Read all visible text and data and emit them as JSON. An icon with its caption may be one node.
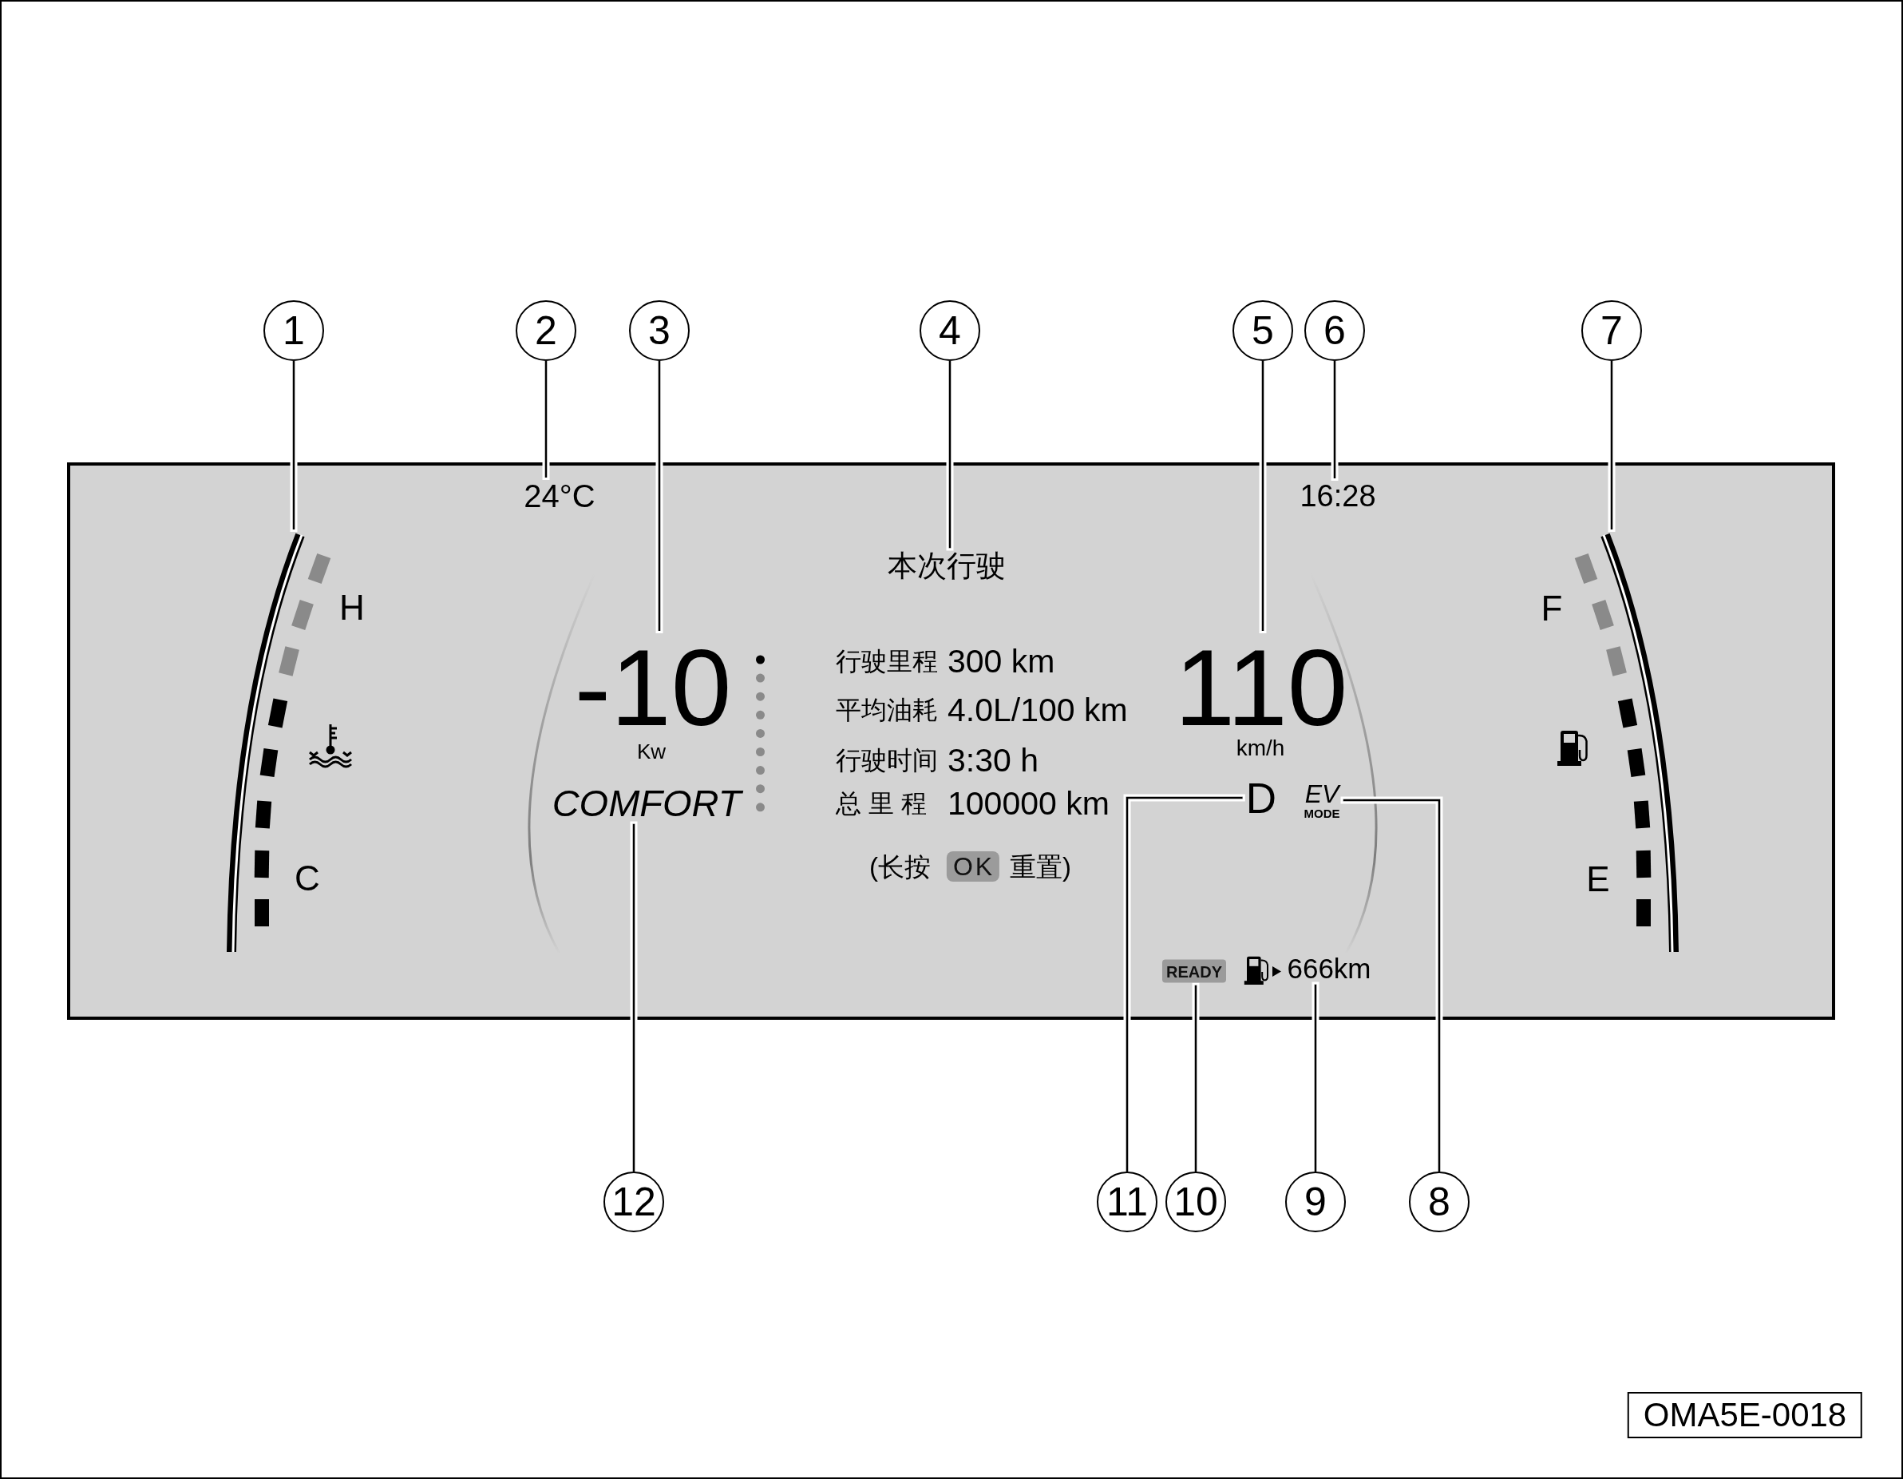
{
  "diagram": {
    "nodes": [
      {
        "text": [
          "1"
        ]
      },
      {
        "text": [
          "2"
        ]
      },
      {
        "text": [
          "3"
        ]
      },
      {
        "text": [
          "4"
        ]
      },
      {
        "text": [
          "5"
        ]
      },
      {
        "text": [
          "6"
        ]
      },
      {
        "text": [
          "7"
        ]
      },
      {
        "text": [],
        "shape": "box"
      },
      {
        "text": [
          "24°C"
        ],
        "in": 7
      },
      {
        "text": [
          "16:28"
        ],
        "in": 7
      },
      {
        "text": [
          "H",
          "C"
        ],
        "in": 7
      },
      {
        "text": [
          "F",
          "E"
        ],
        "in": 7
      },
      {
        "text": [
          "本次行驶"
        ],
        "in": 7
      },
      {
        "text": [
          "-10"
        ],
        "beside": [
          "Kw"
        ],
        "in": 7
      },
      {
        "text": [
          "110"
        ],
        "beside": [
          "km/h"
        ],
        "in": 7
      },
      {
        "text": [
          "COMFORT"
        ],
        "in": 7
      },
      {
        "text": [
          "D"
        ],
        "in": 7
      },
      {
        "text": [
          "EV",
          "MODE"
        ],
        "in": 7
      },
      {
        "text": [
          "READY"
        ],
        "in": 7
      },
      {
        "text": [
          "666km"
        ],
        "in": 7
      },
      {
        "text": [
          "12"
        ]
      },
      {
        "text": [
          "11"
        ]
      },
      {
        "text": [
          "10"
        ]
      },
      {
        "text": [
          "9"
        ]
      },
      {
        "text": [
          "8"
        ]
      },
      {
        "text": [
          "OMA5E-0018"
        ]
      }
    ],
    "edges": [
      {
        "from": 0,
        "to": 10,
        "arrow": "none"
      },
      {
        "from": 1,
        "to": 8,
        "arrow": "none"
      },
      {
        "from": 2,
        "to": 13,
        "arrow": "none"
      },
      {
        "from": 3,
        "to": 12,
        "arrow": "none"
      },
      {
        "from": 4,
        "to": 14,
        "arrow": "none"
      },
      {
        "from": 5,
        "to": 9,
        "arrow": "none"
      },
      {
        "from": 6,
        "to": 11,
        "arrow": "none"
      },
      {
        "from": 20,
        "to": 15,
        "arrow": "none"
      },
      {
        "from": 21,
        "to": 16,
        "arrow": "none"
      },
      {
        "from": 22,
        "to": 18,
        "arrow": "none"
      },
      {
        "from": 23,
        "to": 19,
        "arrow": "none"
      },
      {
        "from": 24,
        "to": 17,
        "arrow": "none"
      }
    ],
    "labels": [
      "行驶里程",
      "300 km",
      "平均油耗",
      "4.0L/100 km",
      "行驶时间",
      "3:30 h",
      "总 里 程",
      "100000 km",
      "(长按",
      "OK",
      "重置)"
    ]
  }
}
